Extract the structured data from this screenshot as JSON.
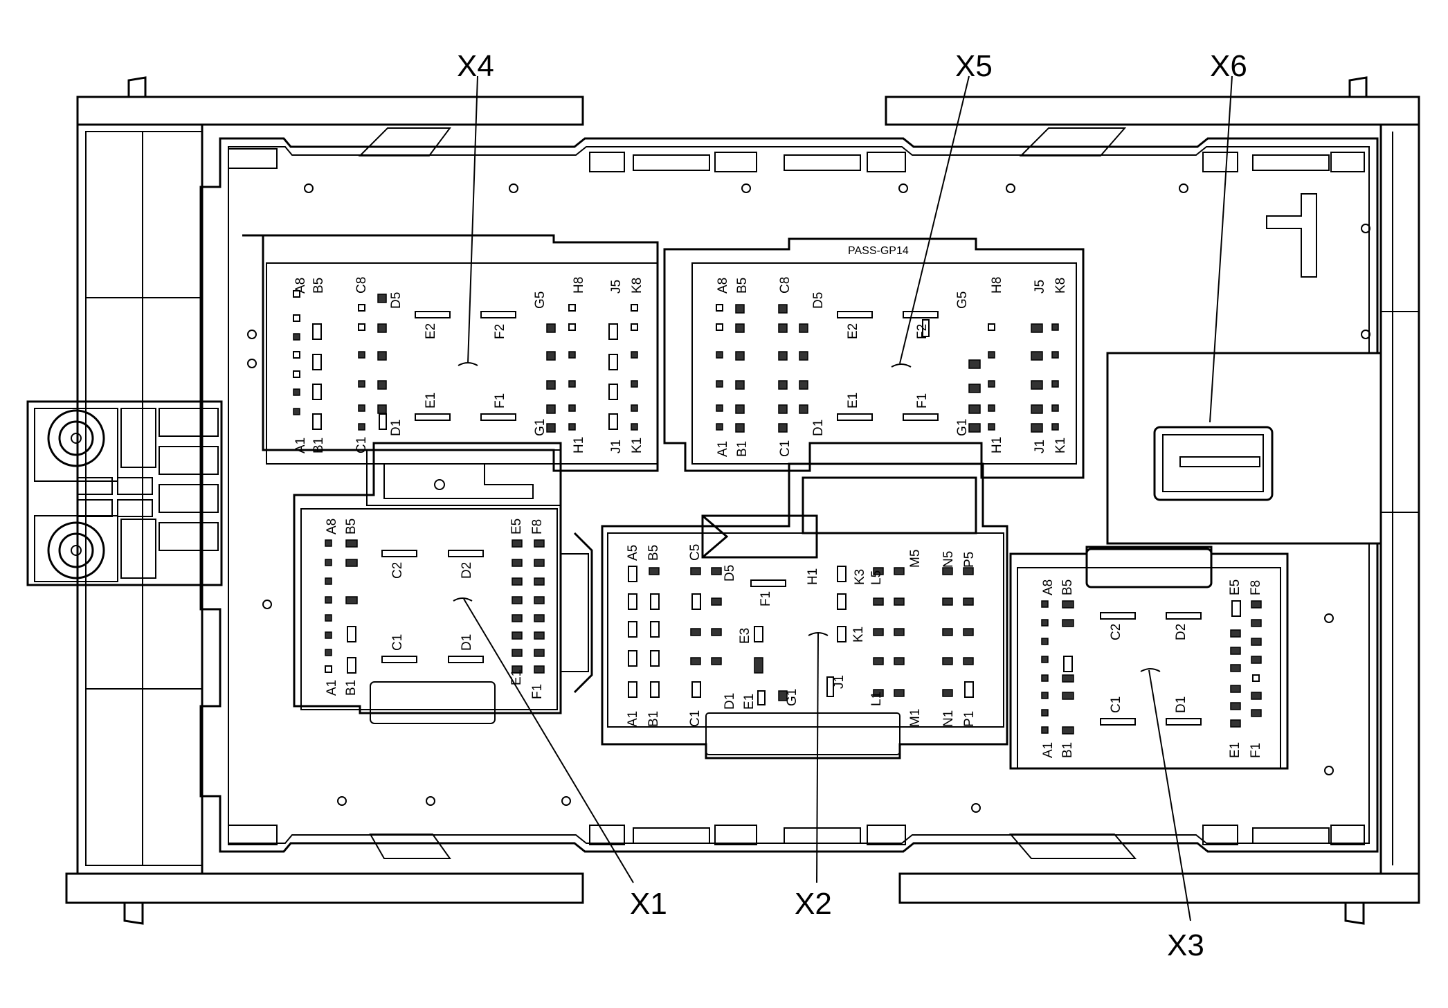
{
  "part_number": "PASS-GP14",
  "callouts": {
    "x1": "X1",
    "x2": "X2",
    "x3": "X3",
    "x4": "X4",
    "x5": "X5",
    "x6": "X6"
  },
  "connector_x4": {
    "labels": [
      "A8",
      "B5",
      "C8",
      "D5",
      "E2",
      "F2",
      "G5",
      "H8",
      "J5",
      "K8",
      "A1",
      "B1",
      "C1",
      "D1",
      "E1",
      "F1",
      "G1",
      "H1",
      "J1",
      "K1"
    ]
  },
  "connector_x5": {
    "labels": [
      "A8",
      "B5",
      "C8",
      "D5",
      "E2",
      "F2",
      "G5",
      "H8",
      "J5",
      "K8",
      "A1",
      "B1",
      "C1",
      "D1",
      "E1",
      "F1",
      "G1",
      "H1",
      "J1",
      "K1"
    ]
  },
  "connector_x1": {
    "labels": [
      "A8",
      "B5",
      "C2",
      "D2",
      "E5",
      "F8",
      "A1",
      "B1",
      "C1",
      "D1",
      "E1",
      "F1"
    ]
  },
  "connector_x2": {
    "labels": [
      "A5",
      "B5",
      "C5",
      "D5",
      "H1",
      "K3",
      "L5",
      "M5",
      "N5",
      "P5",
      "F1",
      "E3",
      "K1",
      "J1",
      "A1",
      "B1",
      "C1",
      "D1",
      "E1",
      "G1",
      "L1",
      "M1",
      "N1",
      "P1"
    ]
  },
  "connector_x3": {
    "labels": [
      "A8",
      "B5",
      "C2",
      "D2",
      "E5",
      "F8",
      "A1",
      "B1",
      "C1",
      "D1",
      "E1",
      "F1"
    ]
  }
}
